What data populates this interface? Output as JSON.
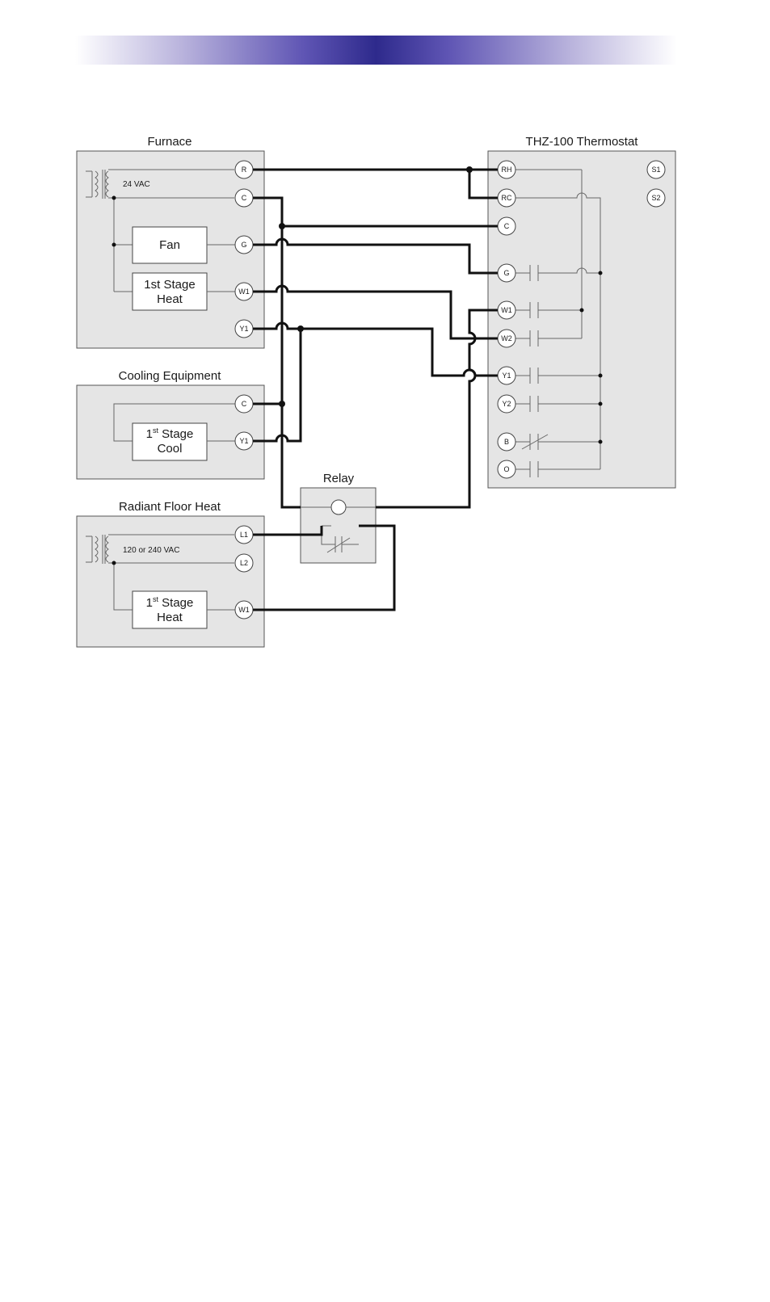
{
  "header": {
    "bar": "gradient"
  },
  "furnace": {
    "title": "Furnace",
    "voltage": "24 VAC",
    "fan": "Fan",
    "heat_line1": "1st Stage",
    "heat_line2": "Heat",
    "terminals": [
      "R",
      "C",
      "G",
      "W1",
      "Y1"
    ]
  },
  "cooling": {
    "title": "Cooling Equipment",
    "stage_num": "1",
    "stage_sup": "st",
    "stage_word": " Stage",
    "line2": "Cool",
    "terminals": [
      "C",
      "Y1"
    ]
  },
  "radiant": {
    "title": "Radiant Floor Heat",
    "voltage": "120 or 240 VAC",
    "stage_num": "1",
    "stage_sup": "st",
    "stage_word": " Stage",
    "line2": "Heat",
    "terminals": [
      "L1",
      "L2",
      "W1"
    ]
  },
  "relay": {
    "title": "Relay"
  },
  "thermostat": {
    "title": "THZ-100 Thermostat",
    "terminals": [
      "RH",
      "RC",
      "C",
      "G",
      "W1",
      "W2",
      "Y1",
      "Y2",
      "B",
      "O"
    ],
    "sensors": [
      "S1",
      "S2"
    ]
  }
}
